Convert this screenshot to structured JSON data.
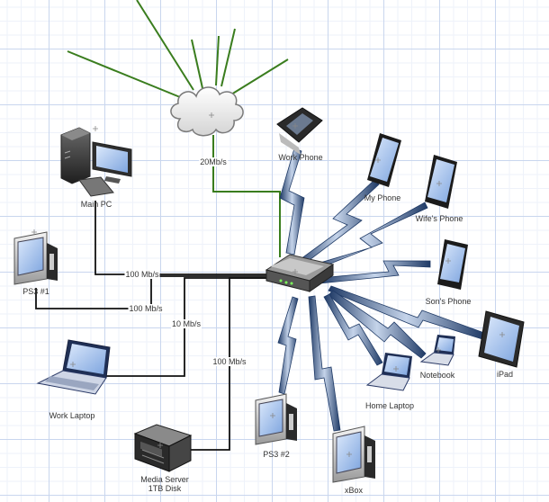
{
  "devices": {
    "main_pc": "Main PC",
    "ps3_1": "PS3 #1",
    "work_laptop": "Work Laptop",
    "media_server_line1": "Media Server",
    "media_server_line2": "1TB Disk",
    "ps3_2": "PS3 #2",
    "xbox": "xBox",
    "home_laptop": "Home Laptop",
    "notebook": "Notebook",
    "ipad": "iPad",
    "sons_phone": "Son's Phone",
    "wifes_phone": "Wife's Phone",
    "my_phone": "My Phone",
    "work_phone": "Work Phone"
  },
  "links": {
    "internet": "20Mb/s",
    "main_pc": "100 Mb/s",
    "ps3_1": "100 Mb/s",
    "work_laptop": "10 Mb/s",
    "media_server": "100 Mb/s"
  },
  "colors": {
    "wired": "#111111",
    "internet": "#3a7d1e",
    "wireless": "#3b5a8a"
  }
}
